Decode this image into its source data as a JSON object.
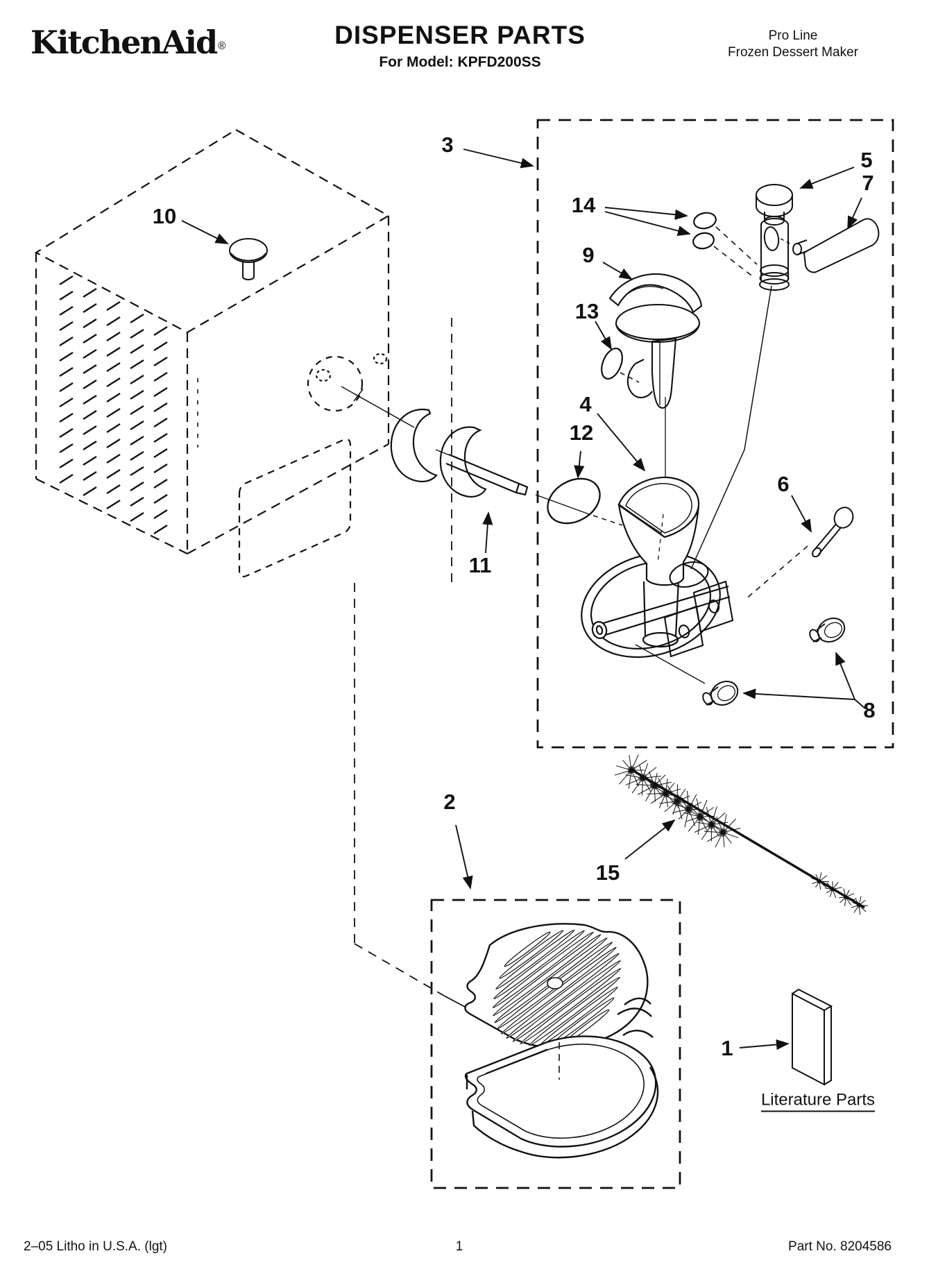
{
  "header": {
    "brand": "KitchenAid",
    "registered_mark": "®",
    "title": "DISPENSER PARTS",
    "model_line": "For Model: KPFD200SS",
    "product_line": "Pro Line",
    "product_name": "Frozen Dessert Maker"
  },
  "diagram": {
    "callouts": {
      "c1": "1",
      "c2": "2",
      "c3": "3",
      "c4": "4",
      "c5": "5",
      "c6": "6",
      "c7": "7",
      "c8": "8",
      "c9": "9",
      "c10": "10",
      "c11": "11",
      "c12": "12",
      "c13": "13",
      "c14": "14",
      "c15": "15"
    },
    "literature_label": "Literature Parts"
  },
  "footer": {
    "print_info": "2–05 Litho in U.S.A. (lgt)",
    "page_number": "1",
    "part_number": "Part No. 8204586"
  }
}
